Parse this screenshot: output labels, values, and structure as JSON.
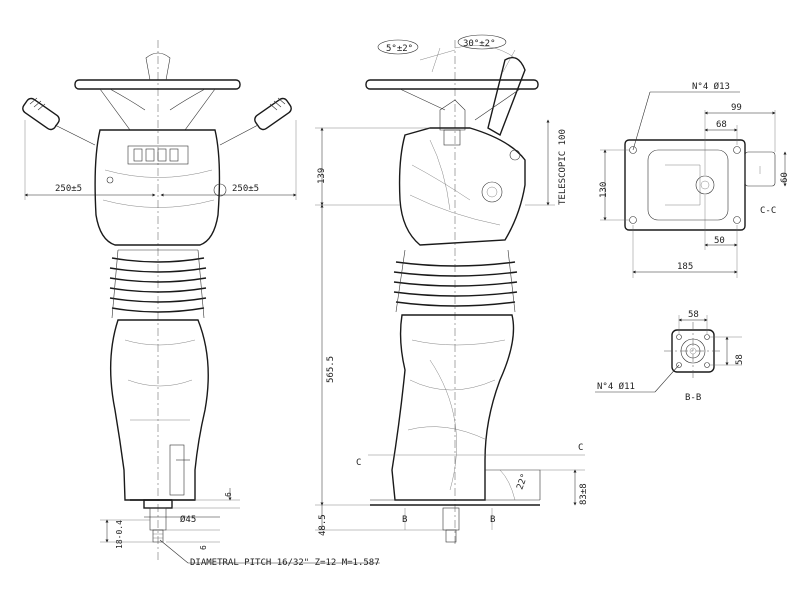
{
  "front_view": {
    "width_left": "250±5",
    "width_right": "250±5",
    "foot_diameter": "Ø45",
    "dim_6_top": "6",
    "dim_6_bottom": "6",
    "dim_18": "18-0.4",
    "thread_note": "DIAMETRAL PITCH 16/32\" Z=12 M=1.587"
  },
  "side_view": {
    "angle_5": "5°±2°",
    "angle_30": "30°±2°",
    "height_139": "139",
    "height_565": "565.5",
    "height_48": "48.5",
    "telescopic": "TELESCOPIC 100",
    "angle_22": "22°",
    "dim_83": "83±8",
    "section_c_left": "C",
    "section_c_right": "C",
    "section_b_left": "B",
    "section_b_right": "B"
  },
  "section_cc": {
    "holes": "N°4 Ø13",
    "dim_99": "99",
    "dim_68": "68",
    "dim_130": "130",
    "dim_60": "60",
    "dim_50": "50",
    "dim_185": "185",
    "title": "C-C"
  },
  "section_bb": {
    "dim_58_top": "58",
    "dim_58_side": "58",
    "holes": "N°4 Ø11",
    "title": "B-B"
  }
}
